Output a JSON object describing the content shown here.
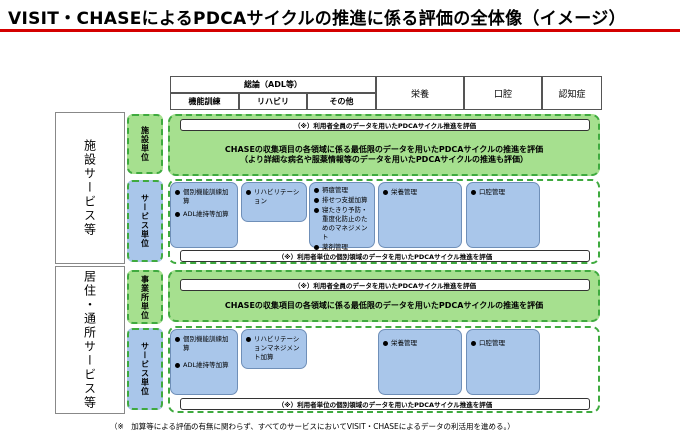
{
  "title": "VISIT・CHASEによるPDCAサイクルの推進に係る評価の全体像（イメージ）",
  "header": {
    "group_label": "総論（ADL等）",
    "sub_cols": [
      "機能訓練",
      "リハビリ",
      "その他"
    ],
    "other_cols": [
      "栄養",
      "口腔",
      "認知症"
    ]
  },
  "row_labels": {
    "facility": "施設サービス等",
    "home": "居住・通所サービス等"
  },
  "unit_labels": {
    "facility_unit": "施設単位",
    "service_unit": "サービス単位",
    "office_unit": "事業所単位",
    "service_unit2": "サービス単位"
  },
  "facility_block": {
    "top_bar": "（※）利用者全員のデータを用いたPDCAサイクル推進を評価",
    "main_line1": "CHASEの収集項目の各領域に係る最低限のデータを用いたPDCAサイクルの推進を評価",
    "main_line2": "（より詳細な病名や服薬情報等のデータを用いたPDCAサイクルの推進も評価）"
  },
  "facility_service": {
    "box1": [
      "個別機能訓練加算",
      "ADL維持等加算"
    ],
    "box2": [
      "リハビリテーション"
    ],
    "box3": [
      "褥瘡管理",
      "排せつ支援加算",
      "寝たきり予防・重度化防止のためのマネジメント",
      "薬剤管理"
    ],
    "box4": [
      "栄養管理"
    ],
    "box5": [
      "口腔管理"
    ],
    "bottom_bar": "（※）利用者単位の個別領域のデータを用いたPDCAサイクル推進を評価"
  },
  "home_block": {
    "top_bar": "（※）利用者全員のデータを用いたPDCAサイクル推進を評価",
    "main_line1": "CHASEの収集項目の各領域に係る最低限のデータを用いたPDCAサイクルの推進を評価"
  },
  "home_service": {
    "box1": [
      "個別機能訓練加算",
      "ADL維持等加算"
    ],
    "box2": [
      "リハビリテーションマネジメント加算"
    ],
    "box4": [
      "栄養管理"
    ],
    "box5": [
      "口腔管理"
    ],
    "bottom_bar": "（※）利用者単位の個別領域のデータを用いたPDCAサイクル推進を評価"
  },
  "footnote": "（※　加算等による評価の有無に関わらず、すべてのサービスにおいてVISIT・CHASEによるデータの利活用を進める。）",
  "colors": {
    "green_fill": "#a6e08f",
    "green_border": "#3faa3f",
    "blue_fill": "#a9c6ea",
    "title_rule": "#d40000"
  }
}
